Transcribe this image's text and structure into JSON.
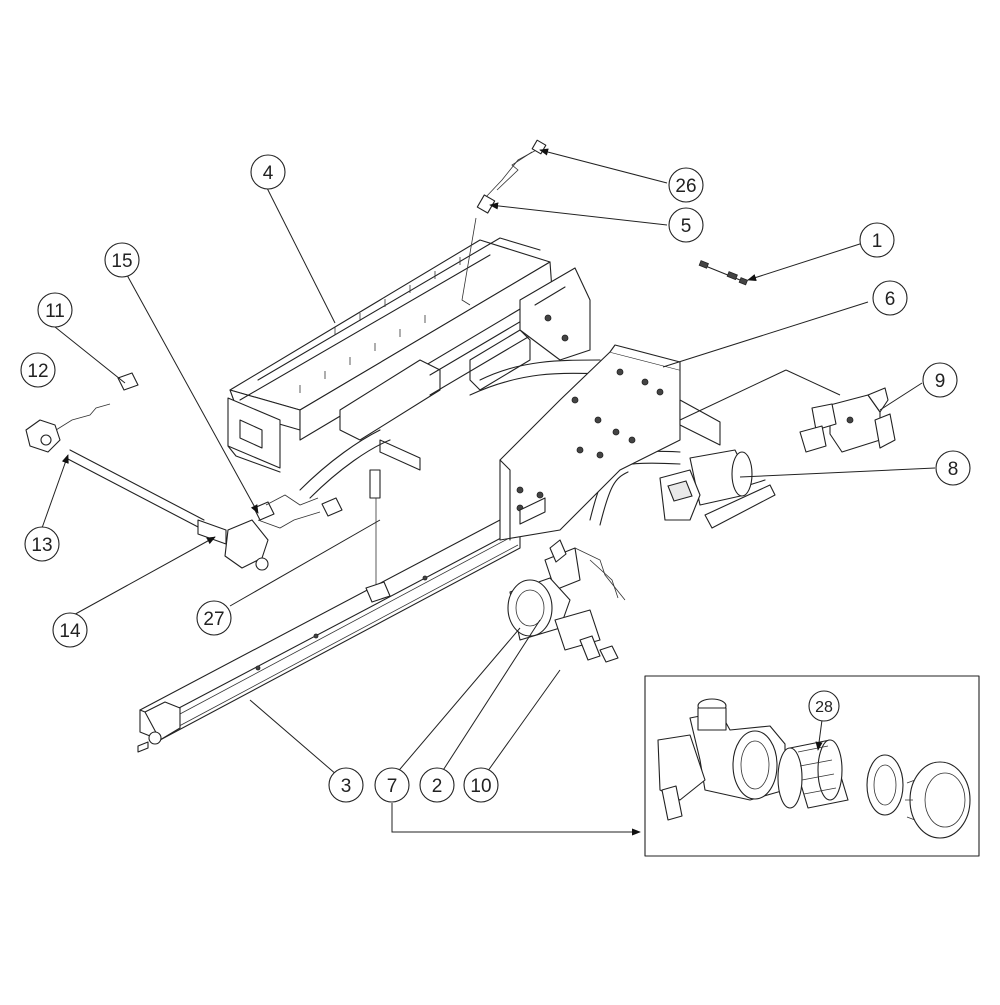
{
  "diagram": {
    "callouts": [
      "1",
      "2",
      "3",
      "4",
      "5",
      "6",
      "7",
      "8",
      "9",
      "10",
      "11",
      "12",
      "13",
      "14",
      "15",
      "26",
      "27",
      "28"
    ]
  },
  "icons": {
    "frame": "boom-frame-icon",
    "valve": "valve-icon",
    "filter": "filter-icon"
  }
}
